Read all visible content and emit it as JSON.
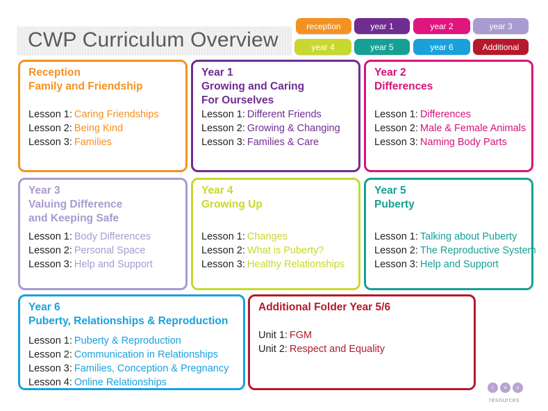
{
  "title": "CWP Curriculum Overview",
  "nav": [
    {
      "label": "reception",
      "color": "#f39221"
    },
    {
      "label": "year 1",
      "color": "#6f2c91"
    },
    {
      "label": "year 2",
      "color": "#e0157d"
    },
    {
      "label": "year 3",
      "color": "#a99ad0"
    },
    {
      "label": "year 4",
      "color": "#c8d82e"
    },
    {
      "label": "year 5",
      "color": "#16a095"
    },
    {
      "label": "year 6",
      "color": "#1aa1dc"
    },
    {
      "label": "Additional",
      "color": "#b5192b"
    }
  ],
  "cards": [
    {
      "color": "#f39221",
      "heading": [
        "Reception",
        "Family and Friendship"
      ],
      "lessons": [
        {
          "prefix": "Lesson 1:",
          "topic": "Caring Friendships"
        },
        {
          "prefix": "Lesson 2:",
          "topic": "Being Kind"
        },
        {
          "prefix": "Lesson 3:",
          "topic": "Families"
        }
      ]
    },
    {
      "color": "#6f2c91",
      "heading": [
        "Year 1",
        "Growing and Caring",
        "For Ourselves"
      ],
      "lessons": [
        {
          "prefix": "Lesson 1:",
          "topic": "Different Friends"
        },
        {
          "prefix": "Lesson 2:",
          "topic": "Growing & Changing"
        },
        {
          "prefix": "Lesson 3:",
          "topic": "Families & Care"
        }
      ]
    },
    {
      "color": "#d4147a",
      "heading": [
        "Year 2",
        "Differences"
      ],
      "lessons": [
        {
          "prefix": "Lesson 1:",
          "topic": "Differences"
        },
        {
          "prefix": "Lesson 2:",
          "topic": "Male & Female Animals"
        },
        {
          "prefix": "Lesson 3:",
          "topic": "Naming Body Parts"
        }
      ]
    },
    {
      "color": "#a99ad0",
      "heading": [
        "Year 3",
        "Valuing Difference",
        "and Keeping Safe"
      ],
      "lessons": [
        {
          "prefix": "Lesson 1:",
          "topic": "Body Differences"
        },
        {
          "prefix": "Lesson 2:",
          "topic": "Personal Space"
        },
        {
          "prefix": "Lesson 3:",
          "topic": "Help and Support"
        }
      ]
    },
    {
      "color": "#c8d82e",
      "heading": [
        "Year 4",
        "Growing Up"
      ],
      "lessons": [
        {
          "prefix": "Lesson 1:",
          "topic": "Changes"
        },
        {
          "prefix": "Lesson 2:",
          "topic": "What is Puberty?"
        },
        {
          "prefix": "Lesson 3:",
          "topic": "Healthy Relationships"
        }
      ]
    },
    {
      "color": "#16a095",
      "heading": [
        "Year 5",
        "Puberty"
      ],
      "lessons": [
        {
          "prefix": "Lesson 1:",
          "topic": "Talking about Puberty"
        },
        {
          "prefix": "Lesson 2:",
          "topic": "The Reproductive System"
        },
        {
          "prefix": "Lesson 3:",
          "topic": "Help and Support"
        }
      ]
    },
    {
      "color": "#1aa1dc",
      "heading": [
        "Year 6",
        "Puberty, Relationships & Reproduction"
      ],
      "lessons": [
        {
          "prefix": "Lesson 1:",
          "topic": "Puberty & Reproduction"
        },
        {
          "prefix": "Lesson 2:",
          "topic": "Communication in Relationships"
        },
        {
          "prefix": "Lesson 3:",
          "topic": "Families, Conception & Pregnancy"
        },
        {
          "prefix": "Lesson 4:",
          "topic": "Online Relationships"
        }
      ]
    },
    {
      "color": "#b5192b",
      "heading": [
        "Additional Folder Year 5/6"
      ],
      "lessons": [
        {
          "prefix": "Unit 1:",
          "topic": "FGM"
        },
        {
          "prefix": "Unit 2:",
          "topic": "Respect and Equality"
        }
      ]
    }
  ],
  "logo": {
    "letters": [
      "c",
      "w",
      "p"
    ],
    "word": "resources",
    "color": "#b9a3d1"
  }
}
